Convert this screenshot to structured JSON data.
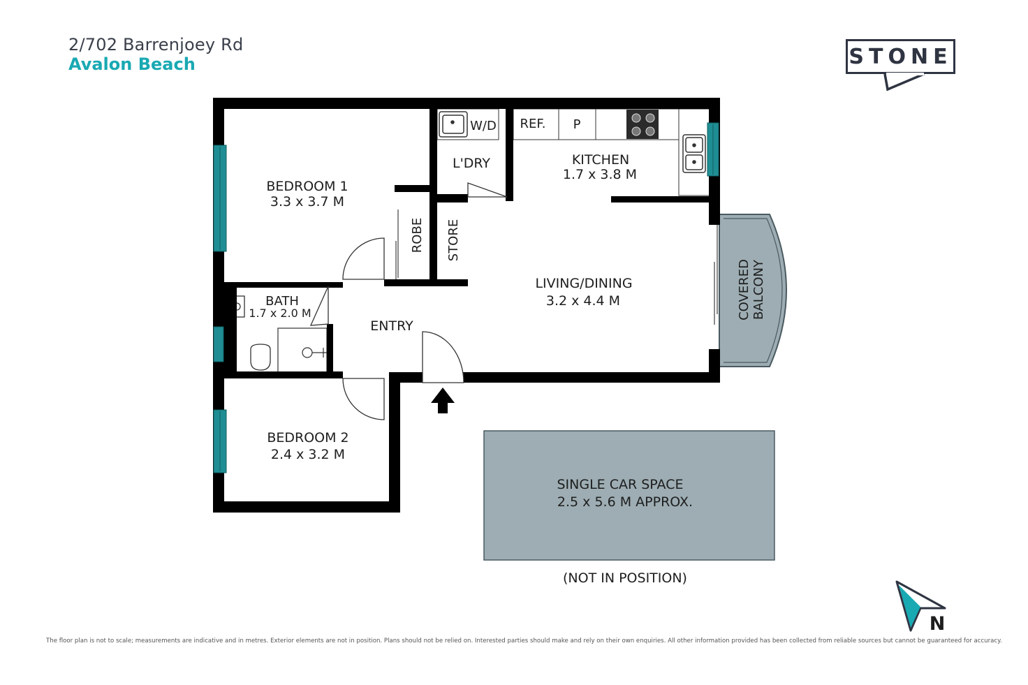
{
  "header": {
    "street": "2/702 Barrenjoey Rd",
    "suburb": "Avalon Beach"
  },
  "brand": {
    "logo_text": "STONE",
    "accent_color": "#19a9b3",
    "wall_color": "#000000",
    "glass_color": "#1f8e94",
    "car_space_fill": "#9dadb3"
  },
  "rooms": {
    "bedroom1": {
      "name": "BEDROOM 1",
      "size": "3.3 x 3.7 M"
    },
    "bedroom2": {
      "name": "BEDROOM 2",
      "size": "2.4 x 3.2 M"
    },
    "bath": {
      "name": "BATH",
      "size": "1.7 x 2.0 M"
    },
    "kitchen": {
      "name": "KITCHEN",
      "size": "1.7 x 3.8 M"
    },
    "living": {
      "name": "LIVING/DINING",
      "size": "3.2 x 4.4 M"
    },
    "entry": {
      "name": "ENTRY"
    },
    "laundry": {
      "name": "L'DRY"
    },
    "washer_dryer": "W/D",
    "fridge": "REF.",
    "pantry": "P",
    "robe": "ROBE",
    "store": "STORE",
    "balcony_line1": "COVERED",
    "balcony_line2": "BALCONY"
  },
  "car_space": {
    "line1": "SINGLE CAR SPACE",
    "line2": "2.5 x 5.6 M APPROX.",
    "note": "(NOT IN POSITION)"
  },
  "compass": {
    "label": "N",
    "icon": "north-arrow-icon"
  },
  "footer": {
    "disclaimer": "The floor plan is not to scale; measurements are indicative and in metres. Exterior elements are not in position. Plans should not be relied on. Interested parties should make and rely on their own enquiries. All other information provided has been collected from reliable sources but cannot be guaranteed for accuracy."
  }
}
